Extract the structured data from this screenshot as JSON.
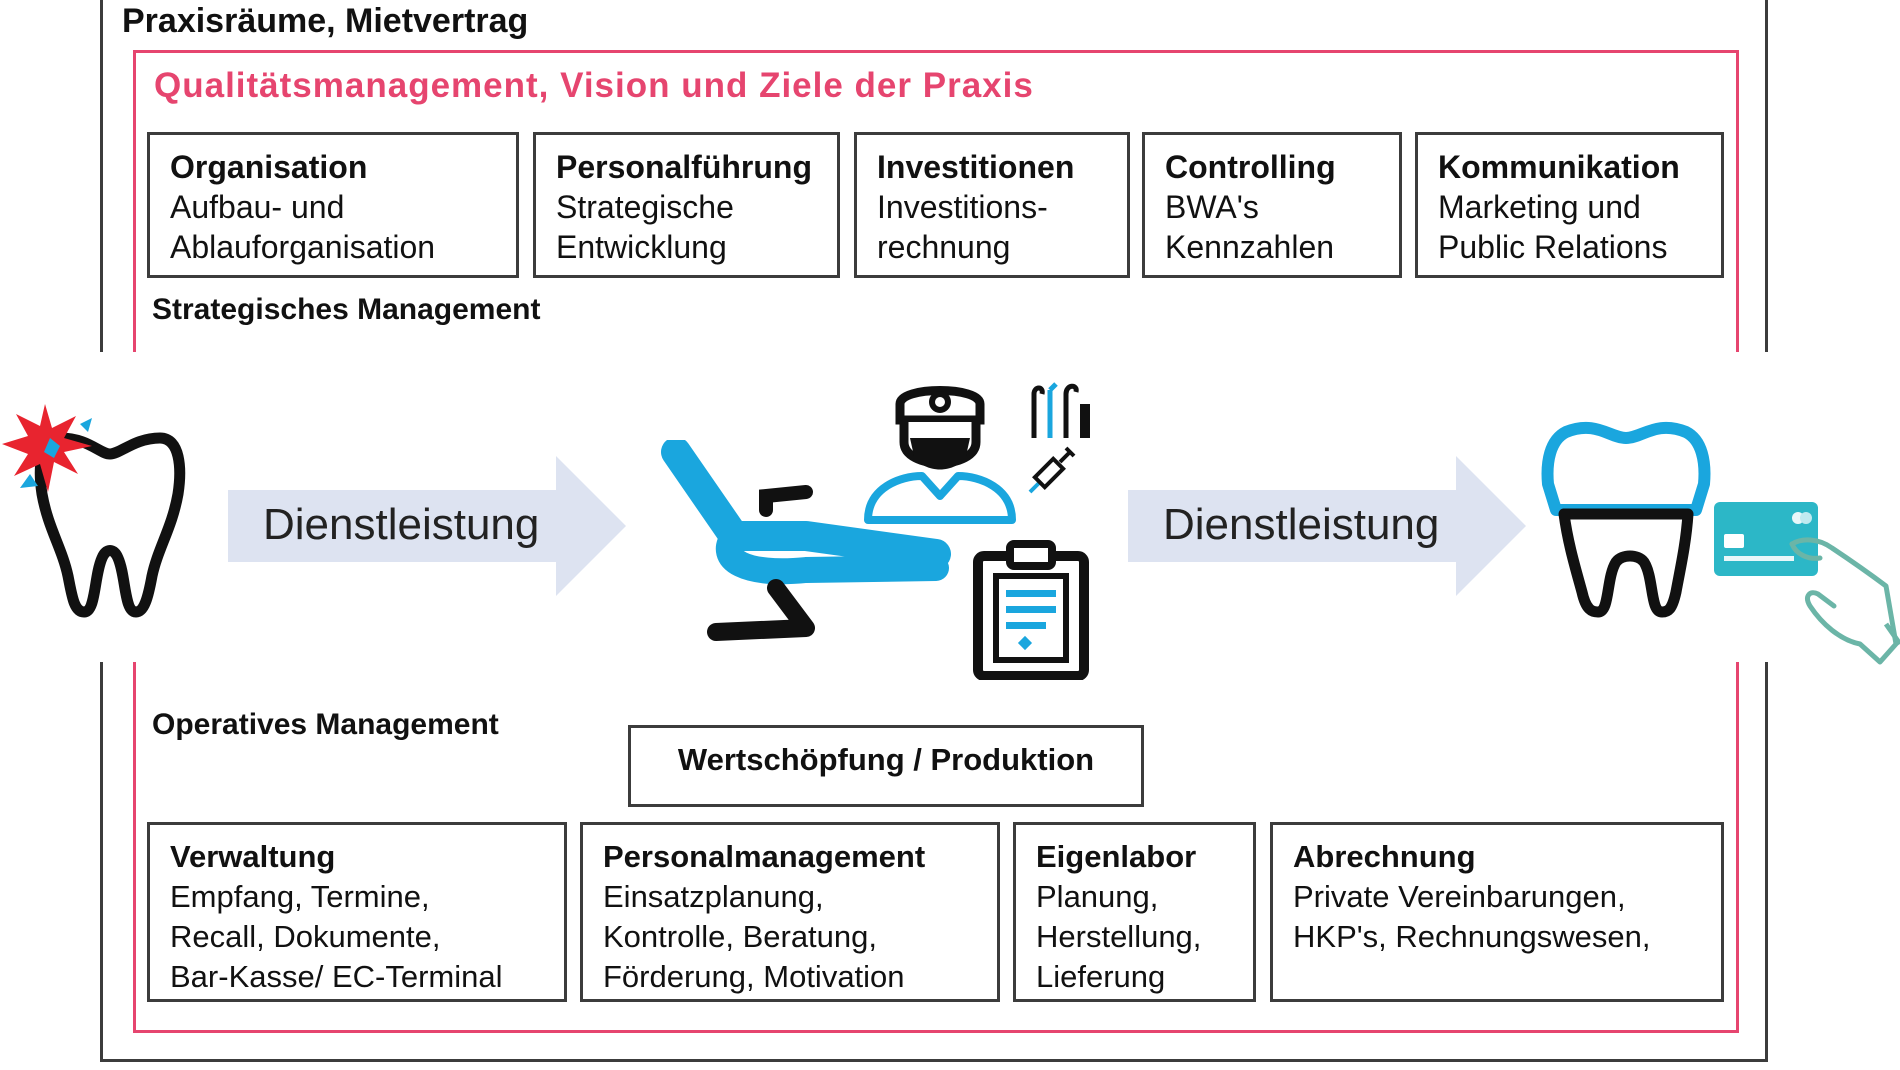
{
  "outer_title": "Praxisräume, Mietvertrag",
  "quality_title": "Qualitätsmanagement, Vision und Ziele der Praxis",
  "strategic": {
    "label": "Strategisches Management",
    "boxes": [
      {
        "head": "Organisation",
        "body": "Aufbau- und\nAblauforganisation"
      },
      {
        "head": "Personalführung",
        "body": "Strategische\nEntwicklung"
      },
      {
        "head": "Investitionen",
        "body": "Investitions-\nrechnung"
      },
      {
        "head": "Controlling",
        "body": "BWA's\nKennzahlen"
      },
      {
        "head": "Kommunikation",
        "body": "Marketing und\nPublic Relations"
      }
    ]
  },
  "flow": {
    "arrow_left_label": "Dienstleistung",
    "arrow_right_label": "Dienstleistung"
  },
  "operative": {
    "label": "Operatives Management",
    "value_box": "Wertschöpfung / Produktion",
    "boxes": [
      {
        "head": "Verwaltung",
        "body": "Empfang, Termine,\nRecall, Dokumente,\nBar-Kasse/ EC-Terminal"
      },
      {
        "head": "Personalmanagement",
        "body": "Einsatzplanung,\nKontrolle, Beratung,\nFörderung, Motivation"
      },
      {
        "head": "Eigenlabor",
        "body": "Planung,\nHerstellung,\nLieferung"
      },
      {
        "head": "Abrechnung",
        "body": "Private Vereinbarungen,\nHKP's, Rechnungswesen,"
      }
    ]
  },
  "colors": {
    "frame": "#3c3c3c",
    "quality_red": "#e6456f",
    "accent_blue": "#1aa6de",
    "arrow_fill": "#dde3f1",
    "pain_red": "#e8242f",
    "card_teal": "#2cb7c7"
  },
  "icons": [
    "painful-tooth-icon",
    "dental-chair-icon",
    "dentist-icon",
    "dental-tools-icon",
    "syringe-icon",
    "clipboard-icon",
    "crowned-tooth-icon",
    "card-payment-icon"
  ]
}
